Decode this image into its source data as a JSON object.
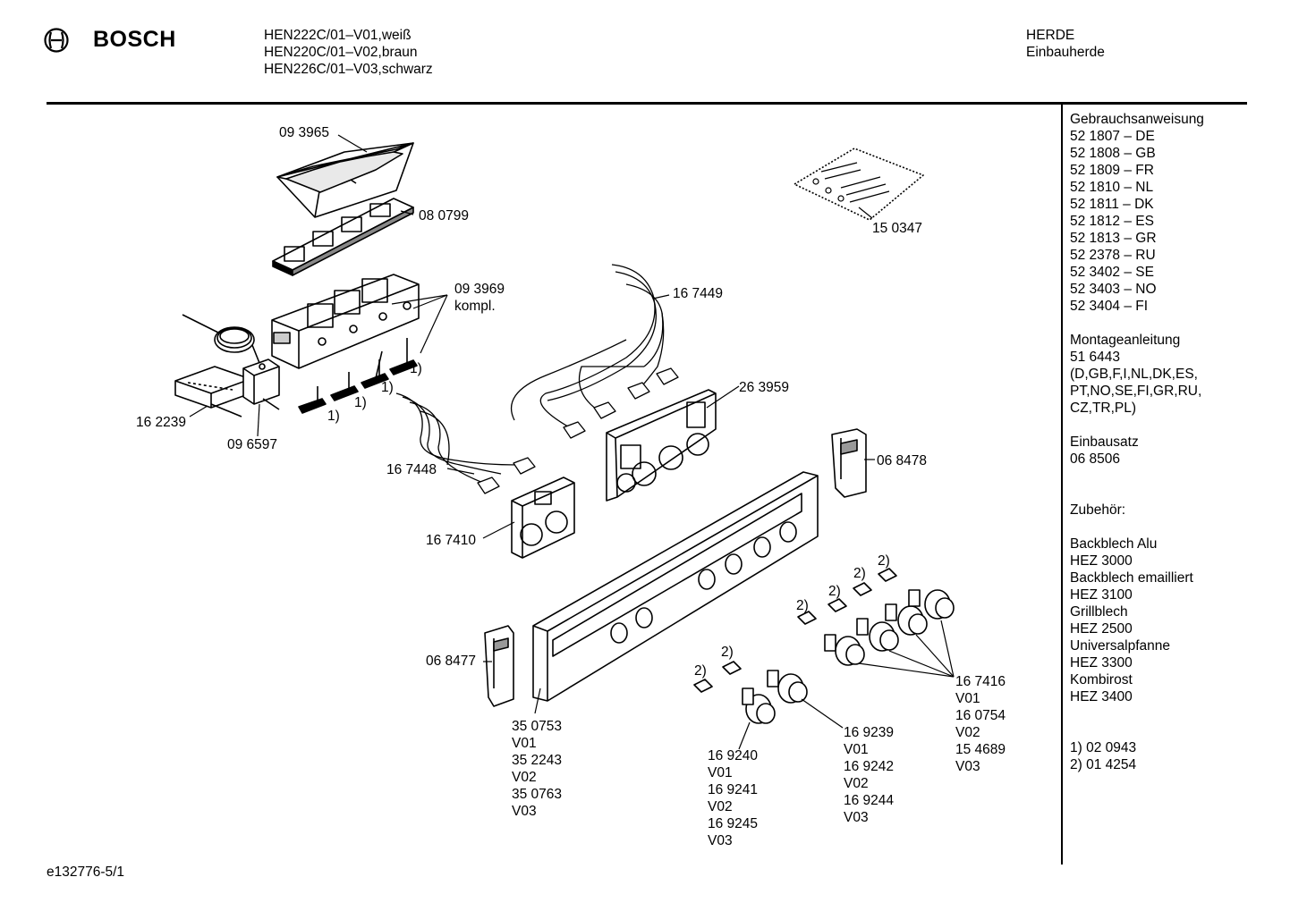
{
  "header": {
    "brand": "BOSCH",
    "models": [
      "HEN222C/01–V01,weiß",
      "HEN220C/01–V02,braun",
      "HEN226C/01–V03,schwarz"
    ],
    "category": [
      "HERDE",
      "Einbauherde"
    ]
  },
  "parts": {
    "p093965": "09 3965",
    "p080799": "08 0799",
    "p093969": [
      "09 3969",
      "kompl."
    ],
    "p162239": "16 2239",
    "p096597": "09 6597",
    "p150347": "15 0347",
    "p167449": "16 7449",
    "p263959": "26 3959",
    "p167448": "16 7448",
    "p167410": "16 7410",
    "p068478": "06 8478",
    "p068477": "06 8477",
    "p350753": [
      "35  0753",
      "V01",
      "35 2243",
      "V02",
      "35 0763",
      "V03"
    ],
    "p169240": [
      "16 9240",
      "V01",
      "16 9241",
      "V02",
      "16 9245",
      "V03"
    ],
    "p169239": [
      "16 9239",
      "V01",
      "16 9242",
      "V02",
      "16 9244",
      "V03"
    ],
    "p167416": [
      "16 7416",
      "V01",
      "16 0754",
      "V02",
      "15 4689",
      "V03"
    ],
    "note1": "1)",
    "note2": "2)"
  },
  "sidebar": {
    "manual_title": "Gebrauchsanweisung",
    "manuals": [
      "52 1807 – DE",
      "52 1808 – GB",
      "52 1809 – FR",
      "52 1810 – NL",
      "52 1811 – DK",
      "52 1812 – ES",
      "52 1813 – GR",
      "52 2378 – RU",
      "52 3402 – SE",
      "52 3403 – NO",
      "52 3404 – FI"
    ],
    "mount_title": "Montageanleitung",
    "mount": [
      "51 6443",
      "(D,GB,F,I,NL,DK,ES,",
      "PT,NO,SE,FI,GR,RU,",
      "CZ,TR,PL)"
    ],
    "kit_title": "Einbausatz",
    "kit": "06 8506",
    "acc_title": "Zubehör:",
    "accessories": [
      "Backblech Alu",
      "HEZ 3000",
      "Backblech emailliert",
      "HEZ 3100",
      "Grillblech",
      "HEZ 2500",
      "Universalpfanne",
      "HEZ 3300",
      "Kombirost",
      "HEZ 3400"
    ],
    "notes": [
      "1)  02 0943",
      "2)  01 4254"
    ]
  },
  "footer": "e132776-5/1"
}
